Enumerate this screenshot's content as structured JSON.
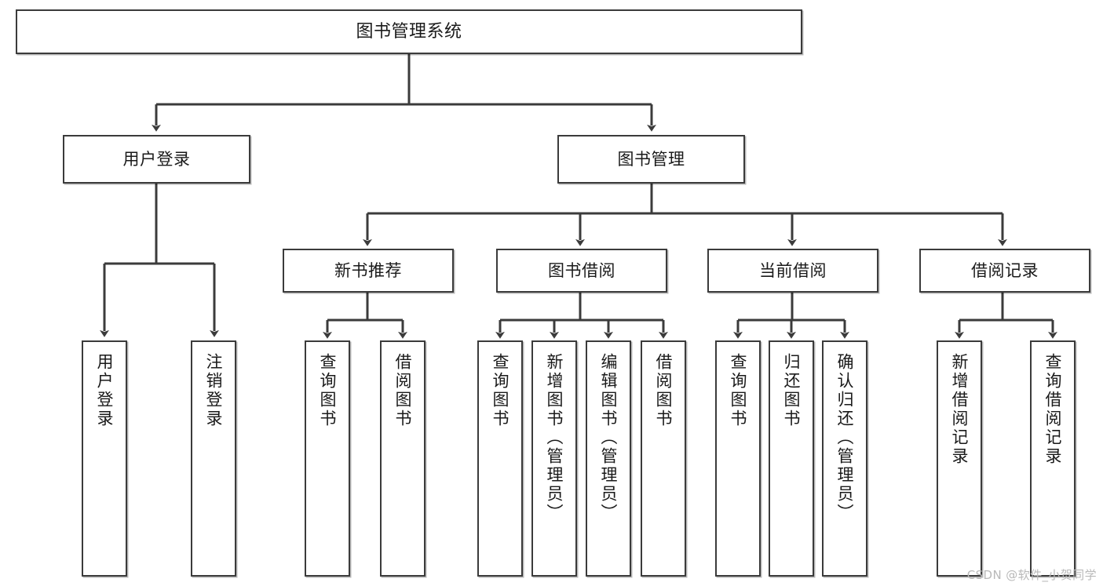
{
  "diagram": {
    "title": "图书管理系统",
    "watermark": "CSDN @软件_小贺同学",
    "line_color": "#3b3b3b",
    "box_fill": "#ffffff",
    "text_color": "#1a1a1a",
    "level1": {
      "user_login": "用户登录",
      "book_manage": "图书管理"
    },
    "level2": {
      "new_book_recommend": "新书推荐",
      "book_borrow": "图书借阅",
      "current_borrow": "当前借阅",
      "borrow_record": "借阅记录"
    },
    "leaves": {
      "user_login_1": "用户登录",
      "user_login_2": "注销登录",
      "recommend_1": "查询图书",
      "recommend_2": "借阅图书",
      "borrow_1": "查询图书",
      "borrow_2": "新增图书（管理员）",
      "borrow_3": "编辑图书（管理员）",
      "borrow_4": "借阅图书",
      "current_1": "查询图书",
      "current_2": "归还图书",
      "current_3": "确认归还（管理员）",
      "record_1": "新增借阅记录",
      "record_2": "查询借阅记录"
    }
  }
}
